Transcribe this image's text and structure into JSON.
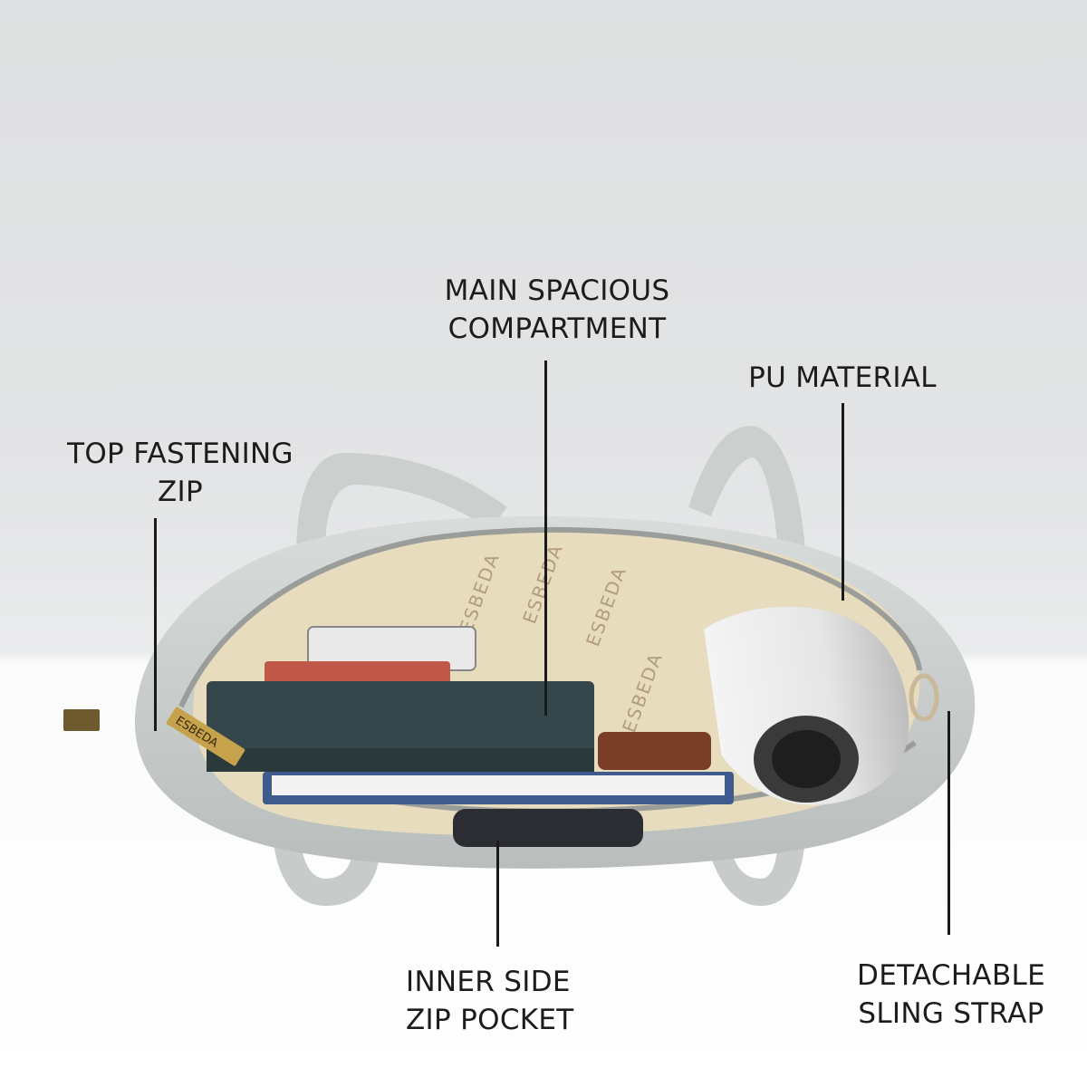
{
  "image": {
    "background_top": "#e2e3e4",
    "background_bottom": "#ffffff",
    "bag_color": "#cfd3d2",
    "lining_color": "#e7dcbe"
  },
  "callouts": {
    "main_compartment": {
      "line1": "MAIN SPACIOUS",
      "line2": "COMPARTMENT"
    },
    "pu_material": {
      "line1": "PU MATERIAL"
    },
    "top_zip": {
      "line1": "TOP FASTENING",
      "line2": "ZIP"
    },
    "inner_pocket": {
      "line1": "INNER SIDE",
      "line2": "ZIP POCKET"
    },
    "sling_strap": {
      "line1": "DETACHABLE",
      "line2": "SLING STRAP"
    }
  },
  "brand": {
    "lining_logo": "ESBEDA",
    "zip_tag": "ESBEDA"
  }
}
